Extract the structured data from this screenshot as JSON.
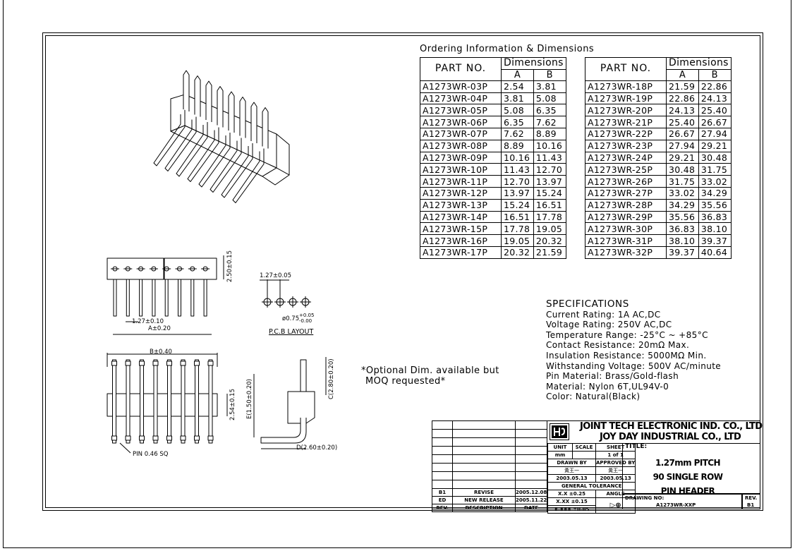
{
  "ordering_title": "Ordering Information & Dimensions",
  "table_headers": {
    "part_no": "PART NO.",
    "dimensions": "Dimensions",
    "col_a": "A",
    "col_b": "B"
  },
  "parts_left": [
    {
      "part": "A1273WR-03P",
      "a": "2.54",
      "b": "3.81"
    },
    {
      "part": "A1273WR-04P",
      "a": "3.81",
      "b": "5.08"
    },
    {
      "part": "A1273WR-05P",
      "a": "5.08",
      "b": "6.35"
    },
    {
      "part": "A1273WR-06P",
      "a": "6.35",
      "b": "7.62"
    },
    {
      "part": "A1273WR-07P",
      "a": "7.62",
      "b": "8.89"
    },
    {
      "part": "A1273WR-08P",
      "a": "8.89",
      "b": "10.16"
    },
    {
      "part": "A1273WR-09P",
      "a": "10.16",
      "b": "11.43"
    },
    {
      "part": "A1273WR-10P",
      "a": "11.43",
      "b": "12.70"
    },
    {
      "part": "A1273WR-11P",
      "a": "12.70",
      "b": "13.97"
    },
    {
      "part": "A1273WR-12P",
      "a": "13.97",
      "b": "15.24"
    },
    {
      "part": "A1273WR-13P",
      "a": "15.24",
      "b": "16.51"
    },
    {
      "part": "A1273WR-14P",
      "a": "16.51",
      "b": "17.78"
    },
    {
      "part": "A1273WR-15P",
      "a": "17.78",
      "b": "19.05"
    },
    {
      "part": "A1273WR-16P",
      "a": "19.05",
      "b": "20.32"
    },
    {
      "part": "A1273WR-17P",
      "a": "20.32",
      "b": "21.59"
    }
  ],
  "parts_right": [
    {
      "part": "A1273WR-18P",
      "a": "21.59",
      "b": "22.86"
    },
    {
      "part": "A1273WR-19P",
      "a": "22.86",
      "b": "24.13"
    },
    {
      "part": "A1273WR-20P",
      "a": "24.13",
      "b": "25.40"
    },
    {
      "part": "A1273WR-21P",
      "a": "25.40",
      "b": "26.67"
    },
    {
      "part": "A1273WR-22P",
      "a": "26.67",
      "b": "27.94"
    },
    {
      "part": "A1273WR-23P",
      "a": "27.94",
      "b": "29.21"
    },
    {
      "part": "A1273WR-24P",
      "a": "29.21",
      "b": "30.48"
    },
    {
      "part": "A1273WR-25P",
      "a": "30.48",
      "b": "31.75"
    },
    {
      "part": "A1273WR-26P",
      "a": "31.75",
      "b": "33.02"
    },
    {
      "part": "A1273WR-27P",
      "a": "33.02",
      "b": "34.29"
    },
    {
      "part": "A1273WR-28P",
      "a": "34.29",
      "b": "35.56"
    },
    {
      "part": "A1273WR-29P",
      "a": "35.56",
      "b": "36.83"
    },
    {
      "part": "A1273WR-30P",
      "a": "36.83",
      "b": "38.10"
    },
    {
      "part": "A1273WR-31P",
      "a": "38.10",
      "b": "39.37"
    },
    {
      "part": "A1273WR-32P",
      "a": "39.37",
      "b": "40.64"
    }
  ],
  "specs": {
    "title": "SPECIFICATIONS",
    "lines": [
      "Current Rating: 1A AC,DC",
      "Voltage Rating: 250V AC,DC",
      "Temperature Range: -25°C ~ +85°C",
      "Contact Resistance: 20mΩ Max.",
      "Insulation Resistance: 5000MΩ Min.",
      "Withstanding Voltage: 500V AC/minute",
      "Pin Material: Brass/Gold-flash",
      "Material: Nylon 6T,UL94V-0",
      "Color: Natural(Black)"
    ]
  },
  "optional_note": [
    "*Optional Dim. available but",
    "MOQ requested*"
  ],
  "dims": {
    "pitch": "1.27±0.10",
    "a": "A±0.20",
    "height": "2.50±0.15",
    "pcb_pitch": "1.27±0.05",
    "hole": "ø0.75",
    "hole_tol_upper": "+0.05",
    "hole_tol_lower": "-0.00",
    "pcb_label": "P.C.B LAYOUT",
    "b": "B±0.40",
    "body": "2.54±0.15",
    "pin": "PIN 0.46 SQ",
    "e": "E(1.50±0.20)",
    "c": "C(2.80±0.20)",
    "d": "D(2.60±0.20)"
  },
  "title_block": {
    "company1": "JOINT TECH ELECTRONIC IND. CO., LTD",
    "company2": "JOY DAY INDUSTRIAL CO., LTD",
    "unit_label": "UNIT",
    "unit": "mm",
    "scale_label": "SCALE",
    "sheet_label": "SHEET",
    "sheet": "1 of 1",
    "drawn_by_label": "DRAWN BY",
    "approved_by_label": "APPROVED BY",
    "drawn_by": "黃王一",
    "approved_by": "黃王一",
    "drawn_date": "2003.05.13",
    "approved_date": "2003.05.13",
    "tolerance_label": "GENERAL TOLERANCE",
    "angle_label": "ANGLE",
    "tol1": "X.X ±0.25",
    "tol2": "X.XX ±0.15",
    "tol3": "X.XXX ±0.05",
    "title_label": "TITLE:",
    "title_lines": [
      "1.27mm PITCH",
      "90 SINGLE ROW",
      "PIN HEADER"
    ],
    "drawing_no_label": "DRAWING NO:",
    "drawing_no": "A1273WR-XXP",
    "rev_label": "REV.",
    "rev": "B1",
    "rev_rows": [
      {
        "rev": "B1",
        "desc": "REVISE",
        "date": "2005.12.08"
      },
      {
        "rev": "ED",
        "desc": "NEW RELEASE",
        "date": "2005.11.22"
      },
      {
        "rev": "REV.",
        "desc": "DESCRIPTION",
        "date": "DATE"
      }
    ]
  }
}
